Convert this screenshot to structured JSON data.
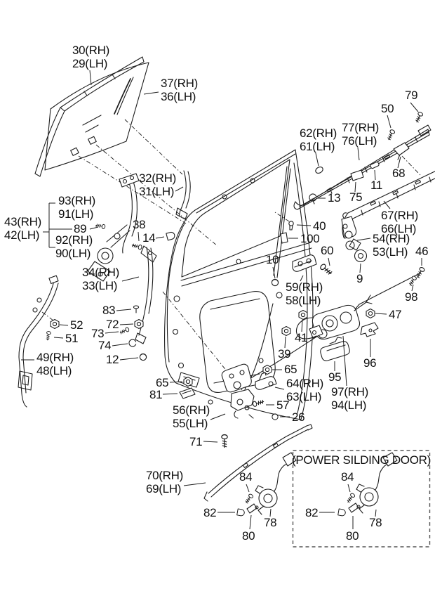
{
  "figure": {
    "type": "vehicle-sliding-door-parts-diagram",
    "background_color": "#ffffff",
    "line_color": "#1c1c1c",
    "inset_box_title": "(POWER SILDING DOOR)",
    "labels": {
      "n9": "9",
      "n10": "10",
      "n11": "11",
      "n12": "12",
      "n13": "13",
      "n14": "14",
      "n26": "26",
      "n38": "38",
      "n39": "39",
      "n40": "40",
      "n41": "41",
      "n46": "46",
      "n47": "47",
      "n50": "50",
      "n51": "51",
      "n52": "52",
      "n57": "57",
      "n60": "60",
      "n65": "65",
      "n68": "68",
      "n71": "71",
      "n72": "72",
      "n73": "73",
      "n74": "74",
      "n75": "75",
      "n78": "78",
      "n79": "79",
      "n80": "80",
      "n81": "81",
      "n82": "82",
      "n83": "83",
      "n84": "84",
      "n89": "89",
      "n95": "95",
      "n96": "96",
      "n98": "98",
      "n100": "100",
      "p30_29": {
        "rh": "30(RH)",
        "lh": "29(LH)"
      },
      "p37_36": {
        "rh": "37(RH)",
        "lh": "36(LH)"
      },
      "p32_31": {
        "rh": "32(RH)",
        "lh": "31(LH)"
      },
      "p43_42": {
        "rh": "43(RH)",
        "lh": "42(LH)"
      },
      "p93_91": {
        "rh": "93(RH)",
        "lh": "91(LH)"
      },
      "p92_90": {
        "rh": "92(RH)",
        "lh": "90(LH)"
      },
      "p34_33": {
        "rh": "34(RH)",
        "lh": "33(LH)"
      },
      "p49_48": {
        "rh": "49(RH)",
        "lh": "48(LH)"
      },
      "p62_61": {
        "rh": "62(RH)",
        "lh": "61(LH)"
      },
      "p77_76": {
        "rh": "77(RH)",
        "lh": "76(LH)"
      },
      "p67_66": {
        "rh": "67(RH)",
        "lh": "66(LH)"
      },
      "p54_53": {
        "rh": "54(RH)",
        "lh": "53(LH)"
      },
      "p59_58": {
        "rh": "59(RH)",
        "lh": "58(LH)"
      },
      "p64_63": {
        "rh": "64(RH)",
        "lh": "63(LH)"
      },
      "p56_55": {
        "rh": "56(RH)",
        "lh": "55(LH)"
      },
      "p97_94": {
        "rh": "97(RH)",
        "lh": "94(LH)"
      },
      "p70_69": {
        "rh": "70(RH)",
        "lh": "69(LH)"
      }
    }
  }
}
